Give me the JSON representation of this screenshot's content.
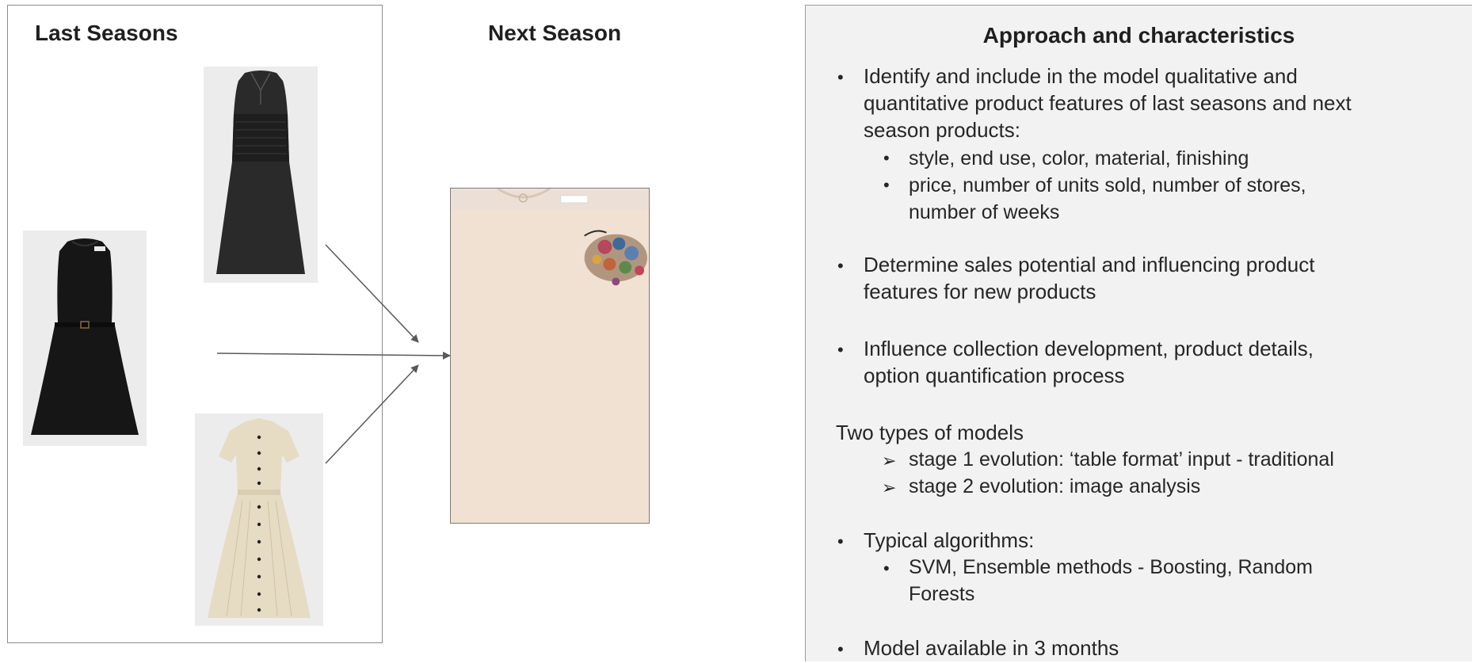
{
  "left": {
    "title": "Last Seasons",
    "dresses": [
      {
        "name": "black-knit-sleeveless-dress"
      },
      {
        "name": "black-belted-sleeveless-dress"
      },
      {
        "name": "beige-shirt-dress"
      }
    ]
  },
  "middle": {
    "title": "Next Season",
    "image": {
      "name": "beige-embroidered-dress"
    }
  },
  "colors": {
    "panel_bg": "#f2f2f2",
    "arrow": "#595959",
    "text": "#262626"
  },
  "panel": {
    "title": "Approach and characteristics",
    "bullet1": {
      "line1": "Identify and include in the model qualitative and",
      "line2": "quantitative product features of last seasons and next",
      "line3": "season products:",
      "sub1": "style, end use, color, material, finishing",
      "sub2_line1": "price, number of units sold, number of stores,",
      "sub2_line2": "number of weeks"
    },
    "bullet2": {
      "line1": "Determine sales potential and influencing product",
      "line2": "features for new products"
    },
    "bullet3": {
      "line1": "Influence collection development, product details,",
      "line2": "option quantification process"
    },
    "models": {
      "heading": "Two types of models",
      "stage1": "stage 1 evolution: ‘table format’ input - traditional",
      "stage2": "stage 2 evolution: image analysis"
    },
    "bullet4": {
      "line1": "Typical algorithms:",
      "sub1_line1": "SVM, Ensemble methods - Boosting, Random",
      "sub1_line2": "Forests"
    },
    "bullet5": {
      "line1": "Model available in 3 months"
    },
    "bullet_char": "•",
    "arrow_char": "➢"
  }
}
